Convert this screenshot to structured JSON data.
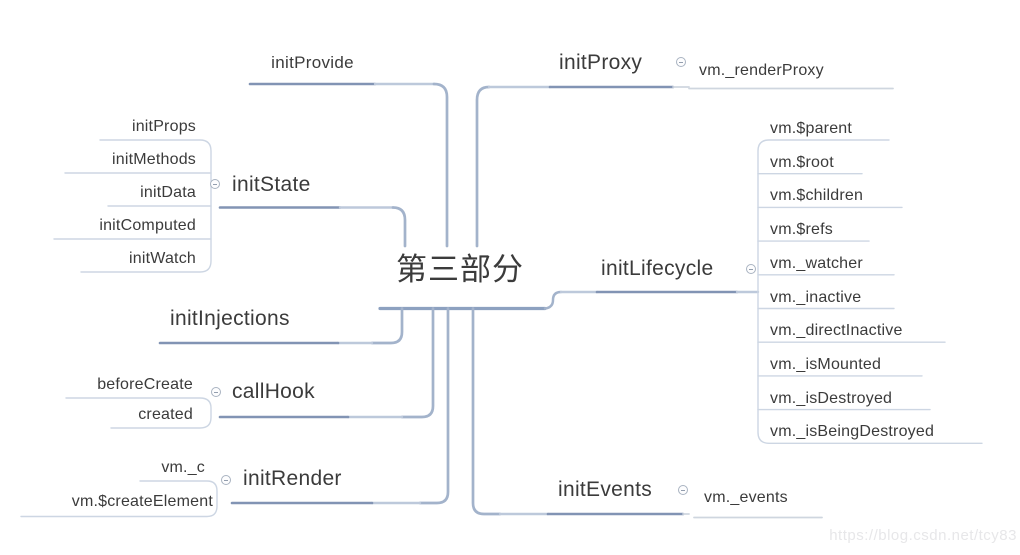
{
  "map": {
    "root_label": "第三部分",
    "branches": [
      {
        "label": "initProvide",
        "children": []
      },
      {
        "label": "initProxy",
        "children": [
          "vm._renderProxy"
        ]
      },
      {
        "label": "initState",
        "children": [
          "initProps",
          "initMethods",
          "initData",
          "initComputed",
          "initWatch"
        ]
      },
      {
        "label": "initLifecycle",
        "children": [
          "vm.$parent",
          "vm.$root",
          "vm.$children",
          "vm.$refs",
          "vm._watcher",
          "vm._inactive",
          "vm._directInactive",
          "vm._isMounted",
          "vm._isDestroyed",
          "vm._isBeingDestroyed"
        ]
      },
      {
        "label": "initInjections",
        "children": []
      },
      {
        "label": "callHook",
        "children": [
          "beforeCreate",
          "created"
        ]
      },
      {
        "label": "initRender",
        "children": [
          "vm._c",
          "vm.$createElement"
        ]
      },
      {
        "label": "initEvents",
        "children": [
          "vm._events"
        ]
      }
    ]
  },
  "icons": {
    "collapse_toggle": "minus-circle-icon"
  },
  "colors": {
    "background": "#ffffff",
    "branch_line_dark": "#8294b4",
    "branch_line_mid": "#a3b3cb",
    "branch_line_light": "#bdc9db",
    "child_line": "#cdd6e3",
    "gray_child_line": "#cfd6df",
    "central_underline": "#8da1c0",
    "text": "#3b3b3b",
    "watermark_text": "#e7e7e9"
  },
  "watermark": "https://blog.csdn.net/tcy83"
}
